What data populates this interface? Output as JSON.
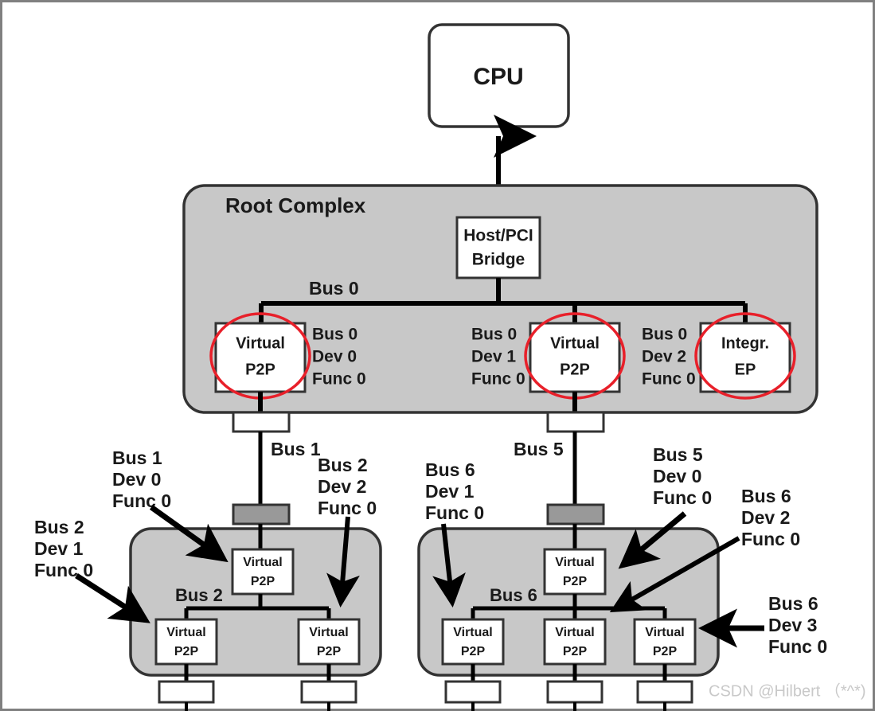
{
  "figure": {
    "kind": "pcie-topology-diagram",
    "frame_border_color": "#808080",
    "background": "#ffffff",
    "container_fill": "#c8c8c8",
    "container_stroke": "#333333",
    "box_fill": "#ffffff",
    "box_stroke": "#333333",
    "port_fill_gray": "#999999",
    "line_color": "#000000",
    "highlight_color": "#e8202a",
    "text_color": "#1a1a1a"
  },
  "cpu": {
    "label": "CPU"
  },
  "root_complex": {
    "title": "Root Complex",
    "bridge_line1": "Host/PCI",
    "bridge_line2": "Bridge",
    "bus_label": "Bus 0",
    "devices": [
      {
        "name_line1": "Virtual",
        "name_line2": "P2P",
        "bdf": [
          "Bus 0",
          "Dev 0",
          "Func 0"
        ],
        "highlighted": true
      },
      {
        "name_line1": "Virtual",
        "name_line2": "P2P",
        "bdf": [
          "Bus 0",
          "Dev 1",
          "Func 0"
        ],
        "highlighted": true
      },
      {
        "name_line1": "Integr.",
        "name_line2": "EP",
        "bdf": [
          "Bus 0",
          "Dev 2",
          "Func 0"
        ],
        "highlighted": true
      }
    ]
  },
  "links": {
    "left_bus_label": "Bus 1",
    "right_bus_label": "Bus 5"
  },
  "switch_left": {
    "internal_bus_label": "Bus 2",
    "upstream_port": {
      "name_line1": "Virtual",
      "name_line2": "P2P",
      "bdf": [
        "Bus 1",
        "Dev 0",
        "Func 0"
      ]
    },
    "downstream_ports": [
      {
        "name_line1": "Virtual",
        "name_line2": "P2P",
        "bdf": [
          "Bus 2",
          "Dev 1",
          "Func 0"
        ]
      },
      {
        "name_line1": "Virtual",
        "name_line2": "P2P",
        "bdf": [
          "Bus 2",
          "Dev 2",
          "Func 0"
        ]
      }
    ]
  },
  "switch_right": {
    "internal_bus_label": "Bus 6",
    "upstream_port": {
      "name_line1": "Virtual",
      "name_line2": "P2P",
      "bdf": [
        "Bus 5",
        "Dev 0",
        "Func 0"
      ]
    },
    "downstream_ports": [
      {
        "name_line1": "Virtual",
        "name_line2": "P2P",
        "bdf": [
          "Bus 6",
          "Dev 1",
          "Func 0"
        ]
      },
      {
        "name_line1": "Virtual",
        "name_line2": "P2P",
        "bdf": [
          "Bus 6",
          "Dev 2",
          "Func 0"
        ]
      },
      {
        "name_line1": "Virtual",
        "name_line2": "P2P",
        "bdf": [
          "Bus 6",
          "Dev 3",
          "Func 0"
        ]
      }
    ]
  },
  "watermark": {
    "text": "CSDN @Hilbert （*^*)"
  }
}
